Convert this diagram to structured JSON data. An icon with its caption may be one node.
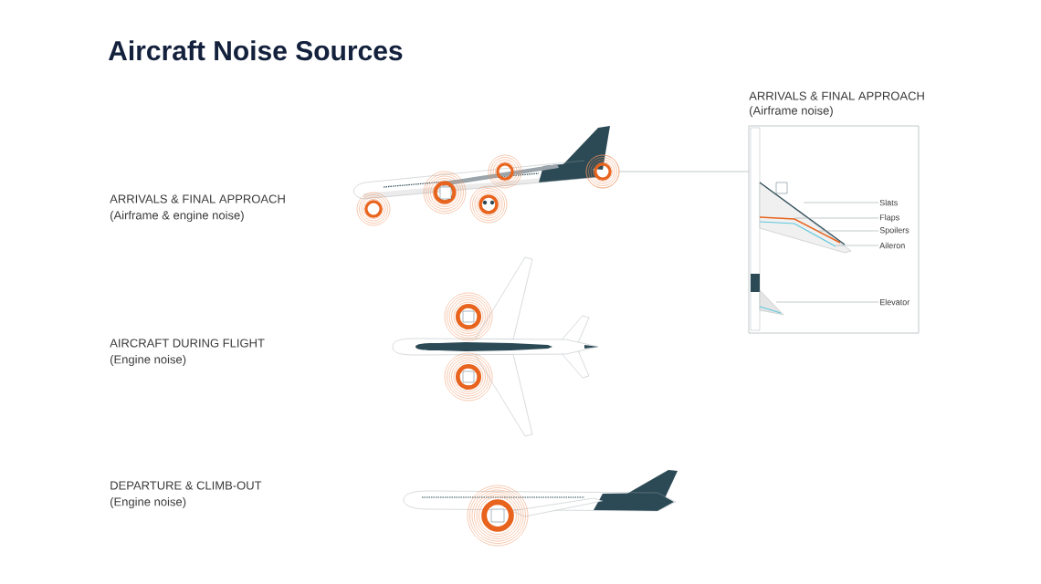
{
  "diagram": {
    "title": "Aircraft Noise Sources",
    "nodes": [
      {
        "text": [],
        "shape": "circle"
      },
      {
        "text": [
          "ARRIVALS & FINAL APPROACH",
          "(Airframe noise)"
        ]
      },
      {
        "text": [
          "Slats"
        ],
        "in": 1
      },
      {
        "text": [
          "Flaps"
        ],
        "in": 1
      },
      {
        "text": [
          "Spoilers"
        ],
        "in": 1
      },
      {
        "text": [
          "Aileron"
        ],
        "in": 1
      },
      {
        "text": [
          "Elevator"
        ],
        "in": 1
      }
    ],
    "edges": [
      {
        "from": 0,
        "to": 1,
        "arrow": "none"
      },
      {
        "from": 2,
        "to": null,
        "arrow": "none"
      },
      {
        "from": 3,
        "to": null,
        "arrow": "none"
      },
      {
        "from": 4,
        "to": null,
        "arrow": "none"
      },
      {
        "from": 5,
        "to": null,
        "arrow": "none"
      },
      {
        "from": 6,
        "to": null,
        "arrow": "none"
      }
    ],
    "labels": [
      "ARRIVALS & FINAL APPROACH",
      "(Airframe & engine noise)",
      "AIRCRAFT DURING FLIGHT",
      "(Engine noise)",
      "DEPARTURE & CLIMB-OUT",
      "(Engine noise)"
    ]
  }
}
